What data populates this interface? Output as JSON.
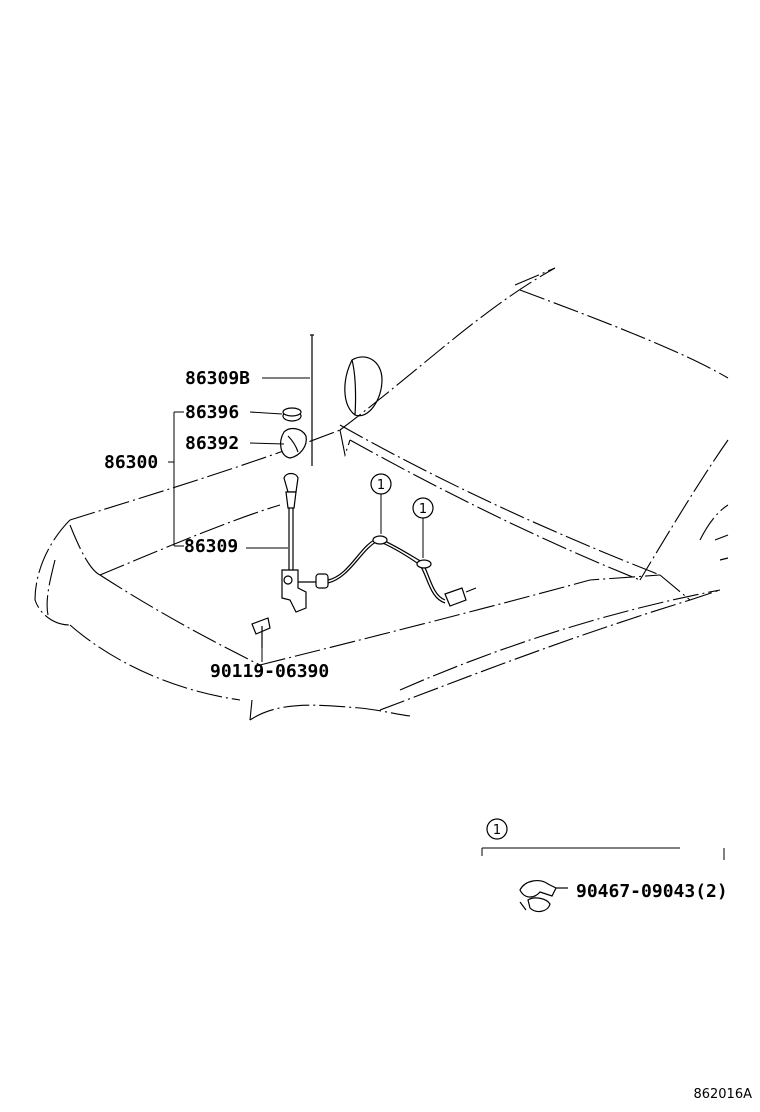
{
  "parts": {
    "antenna_rod": "86309B",
    "nut": "86396",
    "pad": "86392",
    "antenna_assembly": "86300",
    "pole_sub_assembly": "86309",
    "screw": "90119-06390",
    "clamp": "90467-09043(2)"
  },
  "callouts": {
    "ref_1": "1",
    "ref_1b": "1",
    "legend_ref": "1"
  },
  "figure_id": "862016A"
}
